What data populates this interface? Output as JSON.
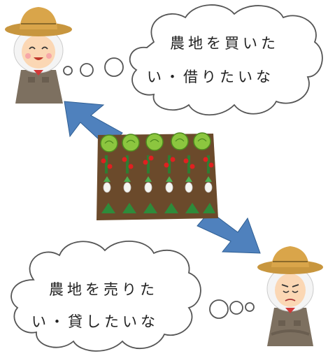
{
  "speech_top": {
    "line1": "農地を買いた",
    "line2": "い・借りたいな"
  },
  "speech_bottom": {
    "line1": "農地を売りた",
    "line2": "い・貸したいな"
  },
  "figures": {
    "farmer_top": "farmer-woman-smiling",
    "farmer_bottom": "farmer-woman-worried",
    "field": "vegetable-field"
  },
  "colors": {
    "arrow": "#4f81bd",
    "soil": "#6b4a2b",
    "hat": "#c8963e",
    "clothes": "#7d7060"
  }
}
